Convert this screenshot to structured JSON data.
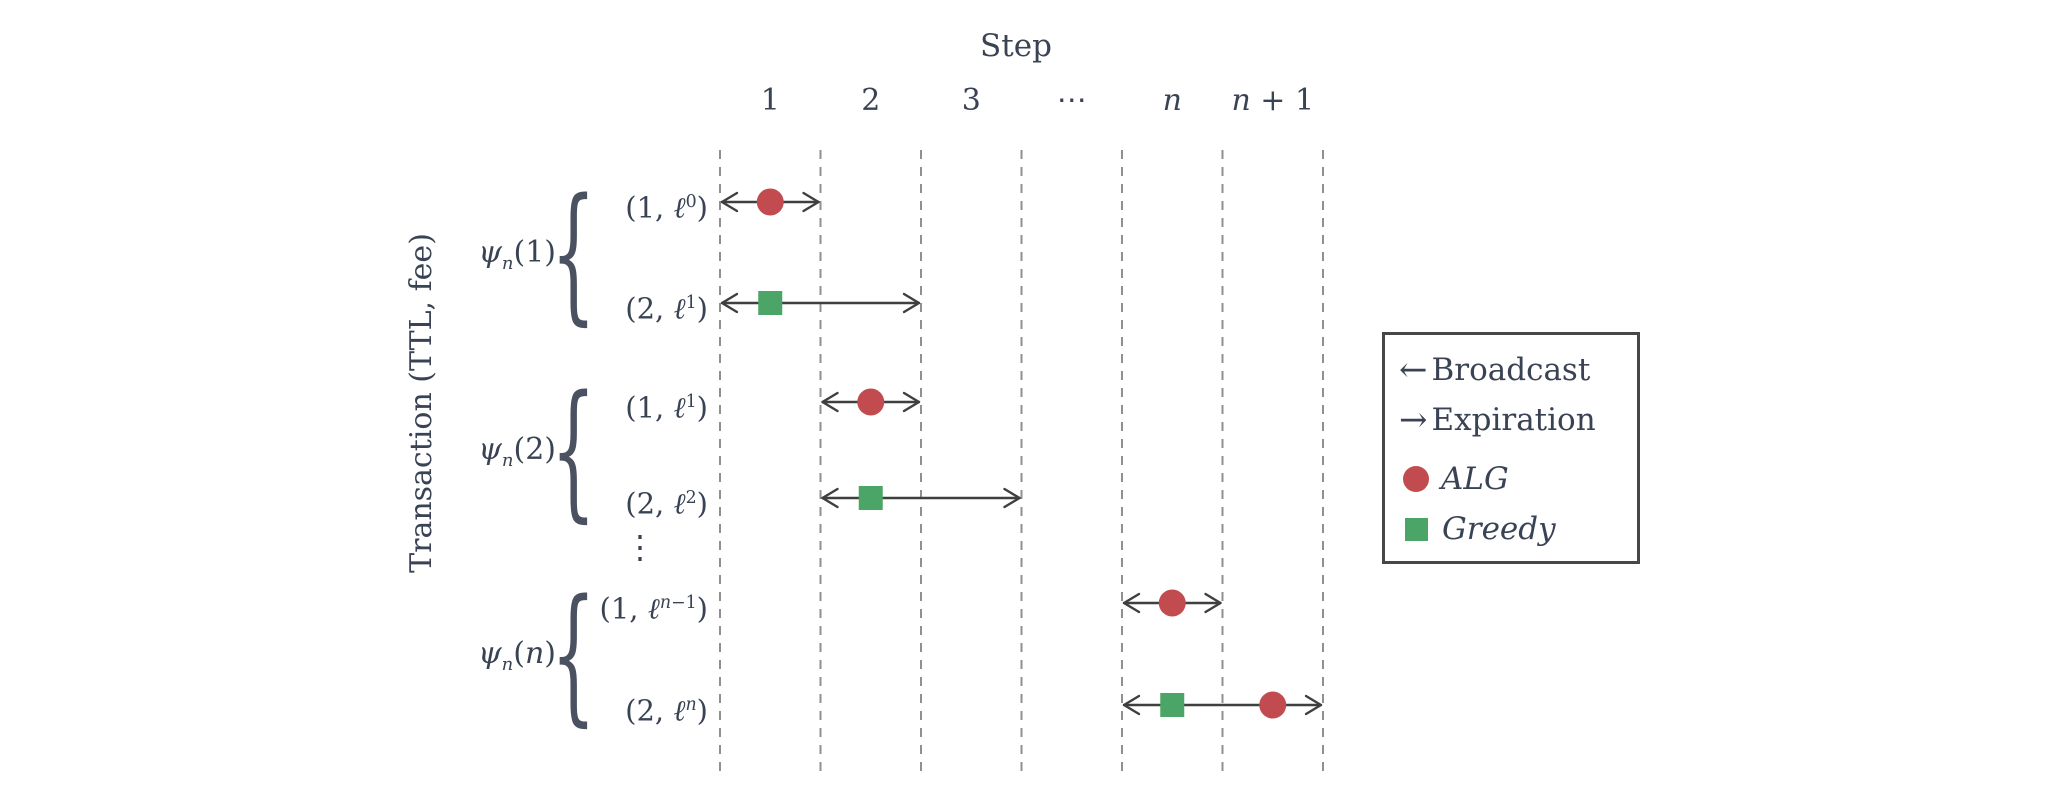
{
  "chart_data": {
    "type": "interval-schedule",
    "title": "Step",
    "ylabel": "Transaction (TTL, fee)",
    "steps": [
      "1",
      "2",
      "3",
      "⋯",
      "n",
      "n + 1"
    ],
    "vdots": "⋮",
    "grid": "dashed-vertical",
    "legend_position": "right",
    "colors": {
      "alg": "#c14b4e",
      "greedy": "#4ba566",
      "grid": "#909090",
      "arrow": "#3f3f3f",
      "text": "#3a4354"
    },
    "groups": [
      {
        "label": "ψ_{n}(1)",
        "rows": [
          {
            "label": "(1, ℓ^{0})",
            "from_col": 1,
            "to_col": 1,
            "markers": [
              {
                "series": "ALG",
                "col": 1
              }
            ]
          },
          {
            "label": "(2, ℓ^{1})",
            "from_col": 1,
            "to_col": 2,
            "markers": [
              {
                "series": "Greedy",
                "col": 1
              }
            ]
          }
        ]
      },
      {
        "label": "ψ_{n}(2)",
        "rows": [
          {
            "label": "(1, ℓ^{1})",
            "from_col": 2,
            "to_col": 2,
            "markers": [
              {
                "series": "ALG",
                "col": 2
              }
            ]
          },
          {
            "label": "(2, ℓ^{2})",
            "from_col": 2,
            "to_col": 3,
            "markers": [
              {
                "series": "Greedy",
                "col": 2
              }
            ]
          }
        ]
      },
      {
        "label": "ψ_{n}(n)",
        "rows": [
          {
            "label": "(1, ℓ^{n−1})",
            "from_col": 5,
            "to_col": 5,
            "markers": [
              {
                "series": "ALG",
                "col": 5
              }
            ]
          },
          {
            "label": "(2, ℓ^{n})",
            "from_col": 5,
            "to_col": 6,
            "markers": [
              {
                "series": "Greedy",
                "col": 5
              },
              {
                "series": "ALG",
                "col": 6
              }
            ]
          }
        ]
      }
    ],
    "legend": [
      {
        "symbol": "←",
        "label": "Broadcast",
        "marker": "arrow-left"
      },
      {
        "symbol": "→",
        "label": "Expiration",
        "marker": "arrow-right"
      },
      {
        "label": "ALG",
        "marker": "circle"
      },
      {
        "label": "Greedy",
        "marker": "square"
      }
    ]
  }
}
